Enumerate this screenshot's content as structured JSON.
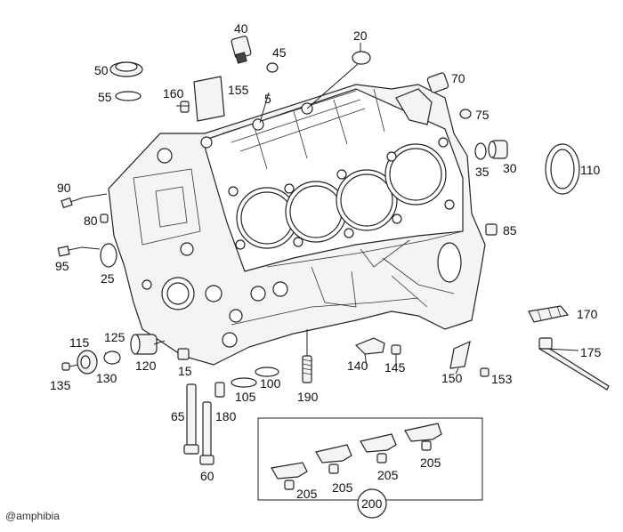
{
  "callouts": {
    "c5": "5",
    "c15": "15",
    "c20": "20",
    "c25": "25",
    "c30": "30",
    "c35": "35",
    "c40": "40",
    "c45": "45",
    "c50": "50",
    "c55": "55",
    "c60": "60",
    "c65": "65",
    "c70": "70",
    "c75": "75",
    "c80": "80",
    "c85": "85",
    "c90": "90",
    "c95": "95",
    "c100": "100",
    "c105": "105",
    "c110": "110",
    "c115": "115",
    "c120": "120",
    "c125": "125",
    "c130": "130",
    "c135": "135",
    "c140": "140",
    "c145": "145",
    "c150": "150",
    "c153": "153",
    "c155": "155",
    "c160": "160",
    "c170": "170",
    "c175": "175",
    "c180": "180",
    "c190": "190",
    "c205a": "205",
    "c205b": "205",
    "c205c": "205",
    "c205d": "205",
    "c200": "200"
  },
  "watermark": "@amphibia"
}
